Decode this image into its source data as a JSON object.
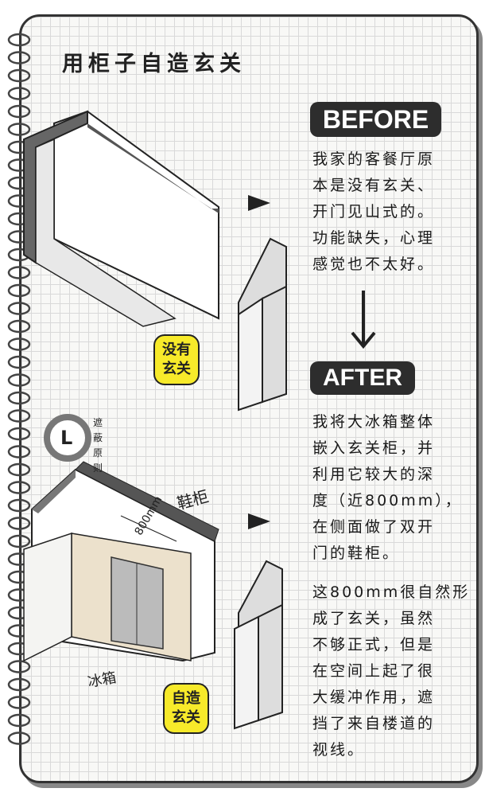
{
  "title": "用柜子自造玄关",
  "before": {
    "badge": "BEFORE",
    "lines": [
      "我家的客餐厅原",
      "本是没有玄关、",
      "开门见山式的。",
      "功能缺失，心理",
      "感觉也不太好。"
    ],
    "bubble": [
      "没有",
      "玄关"
    ]
  },
  "after": {
    "badge": "AFTER",
    "para1": [
      "我将大冰箱整体",
      "嵌入玄关柜，并",
      "利用它较大的深",
      "度（近800mm），",
      "在侧面做了双开",
      "门的鞋柜。"
    ],
    "para2": [
      "这800mm很自然形",
      "成了玄关，虽然",
      "不够正式，但是",
      "在空间上起了很",
      "大缓冲作用，遮",
      "挡了来自楼道的",
      "视线。"
    ],
    "bubble": [
      "自造",
      "玄关"
    ],
    "label_shoe_cabinet": "鞋柜",
    "label_depth": "800mm",
    "label_fridge": "冰箱"
  },
  "logo": {
    "letter": "L",
    "text": "遮蔽原则"
  },
  "colors": {
    "badge": "#2d2d2d",
    "bubble": "#f7ea2a",
    "cabinet": "#ece1cc"
  }
}
